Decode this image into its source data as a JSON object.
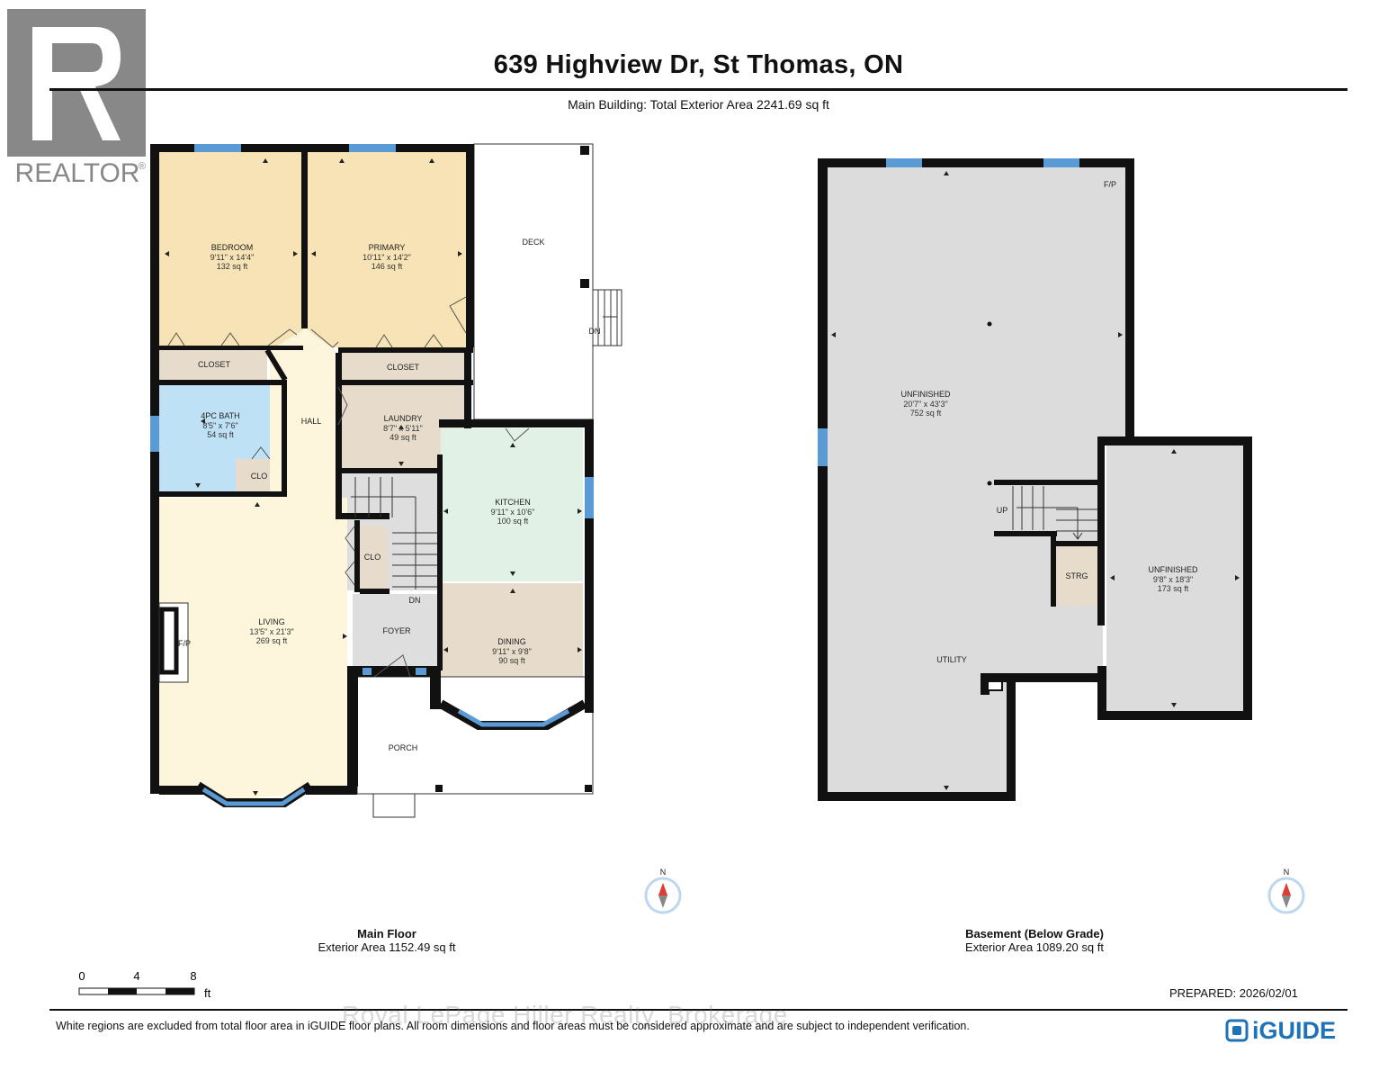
{
  "header": {
    "title": "639 Highview Dr, St Thomas, ON",
    "subtitle": "Main Building: Total Exterior Area 2241.69 sq ft"
  },
  "logo": {
    "text": "REALTOR",
    "registered": "®"
  },
  "main_floor": {
    "name": "Main Floor",
    "area": "Exterior Area 1152.49 sq ft",
    "rooms": {
      "bedroom": {
        "name": "BEDROOM",
        "dims": "9'11\" x 14'4\"",
        "area": "132 sq ft"
      },
      "primary": {
        "name": "PRIMARY",
        "dims": "10'11\" x 14'2\"",
        "area": "146 sq ft"
      },
      "deck": {
        "name": "DECK"
      },
      "deck_stairs": {
        "name": "DN"
      },
      "closet_left": {
        "name": "CLOSET"
      },
      "closet_right": {
        "name": "CLOSET"
      },
      "bath": {
        "name": "4PC BATH",
        "dims": "8'5\" x 7'6\"",
        "area": "54 sq ft"
      },
      "hall": {
        "name": "HALL"
      },
      "laundry": {
        "name": "LAUNDRY",
        "dims": "8'7\" x 5'11\"",
        "area": "49 sq ft"
      },
      "clo_bath": {
        "name": "CLO"
      },
      "kitchen": {
        "name": "KITCHEN",
        "dims": "9'11\" x 10'6\"",
        "area": "100 sq ft"
      },
      "clo_hall": {
        "name": "CLO"
      },
      "stairs": {
        "name": "DN"
      },
      "living": {
        "name": "LIVING",
        "dims": "13'5\" x 21'3\"",
        "area": "269 sq ft"
      },
      "fireplace": {
        "name": "F/P"
      },
      "foyer": {
        "name": "FOYER"
      },
      "dining": {
        "name": "DINING",
        "dims": "9'11\" x 9'8\"",
        "area": "90 sq ft"
      },
      "porch": {
        "name": "PORCH"
      }
    }
  },
  "basement": {
    "name": "Basement (Below Grade)",
    "area": "Exterior Area 1089.20 sq ft",
    "rooms": {
      "fireplace": {
        "name": "F/P"
      },
      "unfinished_main": {
        "name": "UNFINISHED",
        "dims": "20'7\" x 43'3\"",
        "area": "752 sq ft"
      },
      "stairs": {
        "name": "UP"
      },
      "storage": {
        "name": "STRG"
      },
      "unfinished_small": {
        "name": "UNFINISHED",
        "dims": "9'8\" x 18'3\"",
        "area": "173 sq ft"
      },
      "utility": {
        "name": "UTILITY"
      }
    }
  },
  "compass": {
    "label": "N"
  },
  "scale": {
    "ticks": [
      "0",
      "4",
      "8"
    ],
    "unit": "ft"
  },
  "footer": {
    "prepared": "PREPARED: 2026/02/01",
    "disclaimer": "White regions are excluded from total floor area in iGUIDE floor plans. All room dimensions and floor areas must be considered approximate and are subject to independent verification.",
    "watermark": "Royal LePage Hiller Realty, Brokerage",
    "brand": "iGUIDE"
  },
  "colors": {
    "bedroom_fill": "#f7e3b5",
    "bath_fill": "#bfe1f6",
    "laundry_fill": "#e7dccb",
    "kitchen_fill": "#e2f1e6",
    "dining_fill": "#e7dccb",
    "living_fill": "#fdf6dc",
    "hall_fill": "#fdf6dc",
    "foyer_fill": "#dedede",
    "basement_fill": "#dcdcdc",
    "storage_fill": "#e7dccb",
    "window": "#5b9bd5",
    "wall": "#111111",
    "brand_blue": "#1e73b8",
    "compass_red": "#e03c31"
  }
}
